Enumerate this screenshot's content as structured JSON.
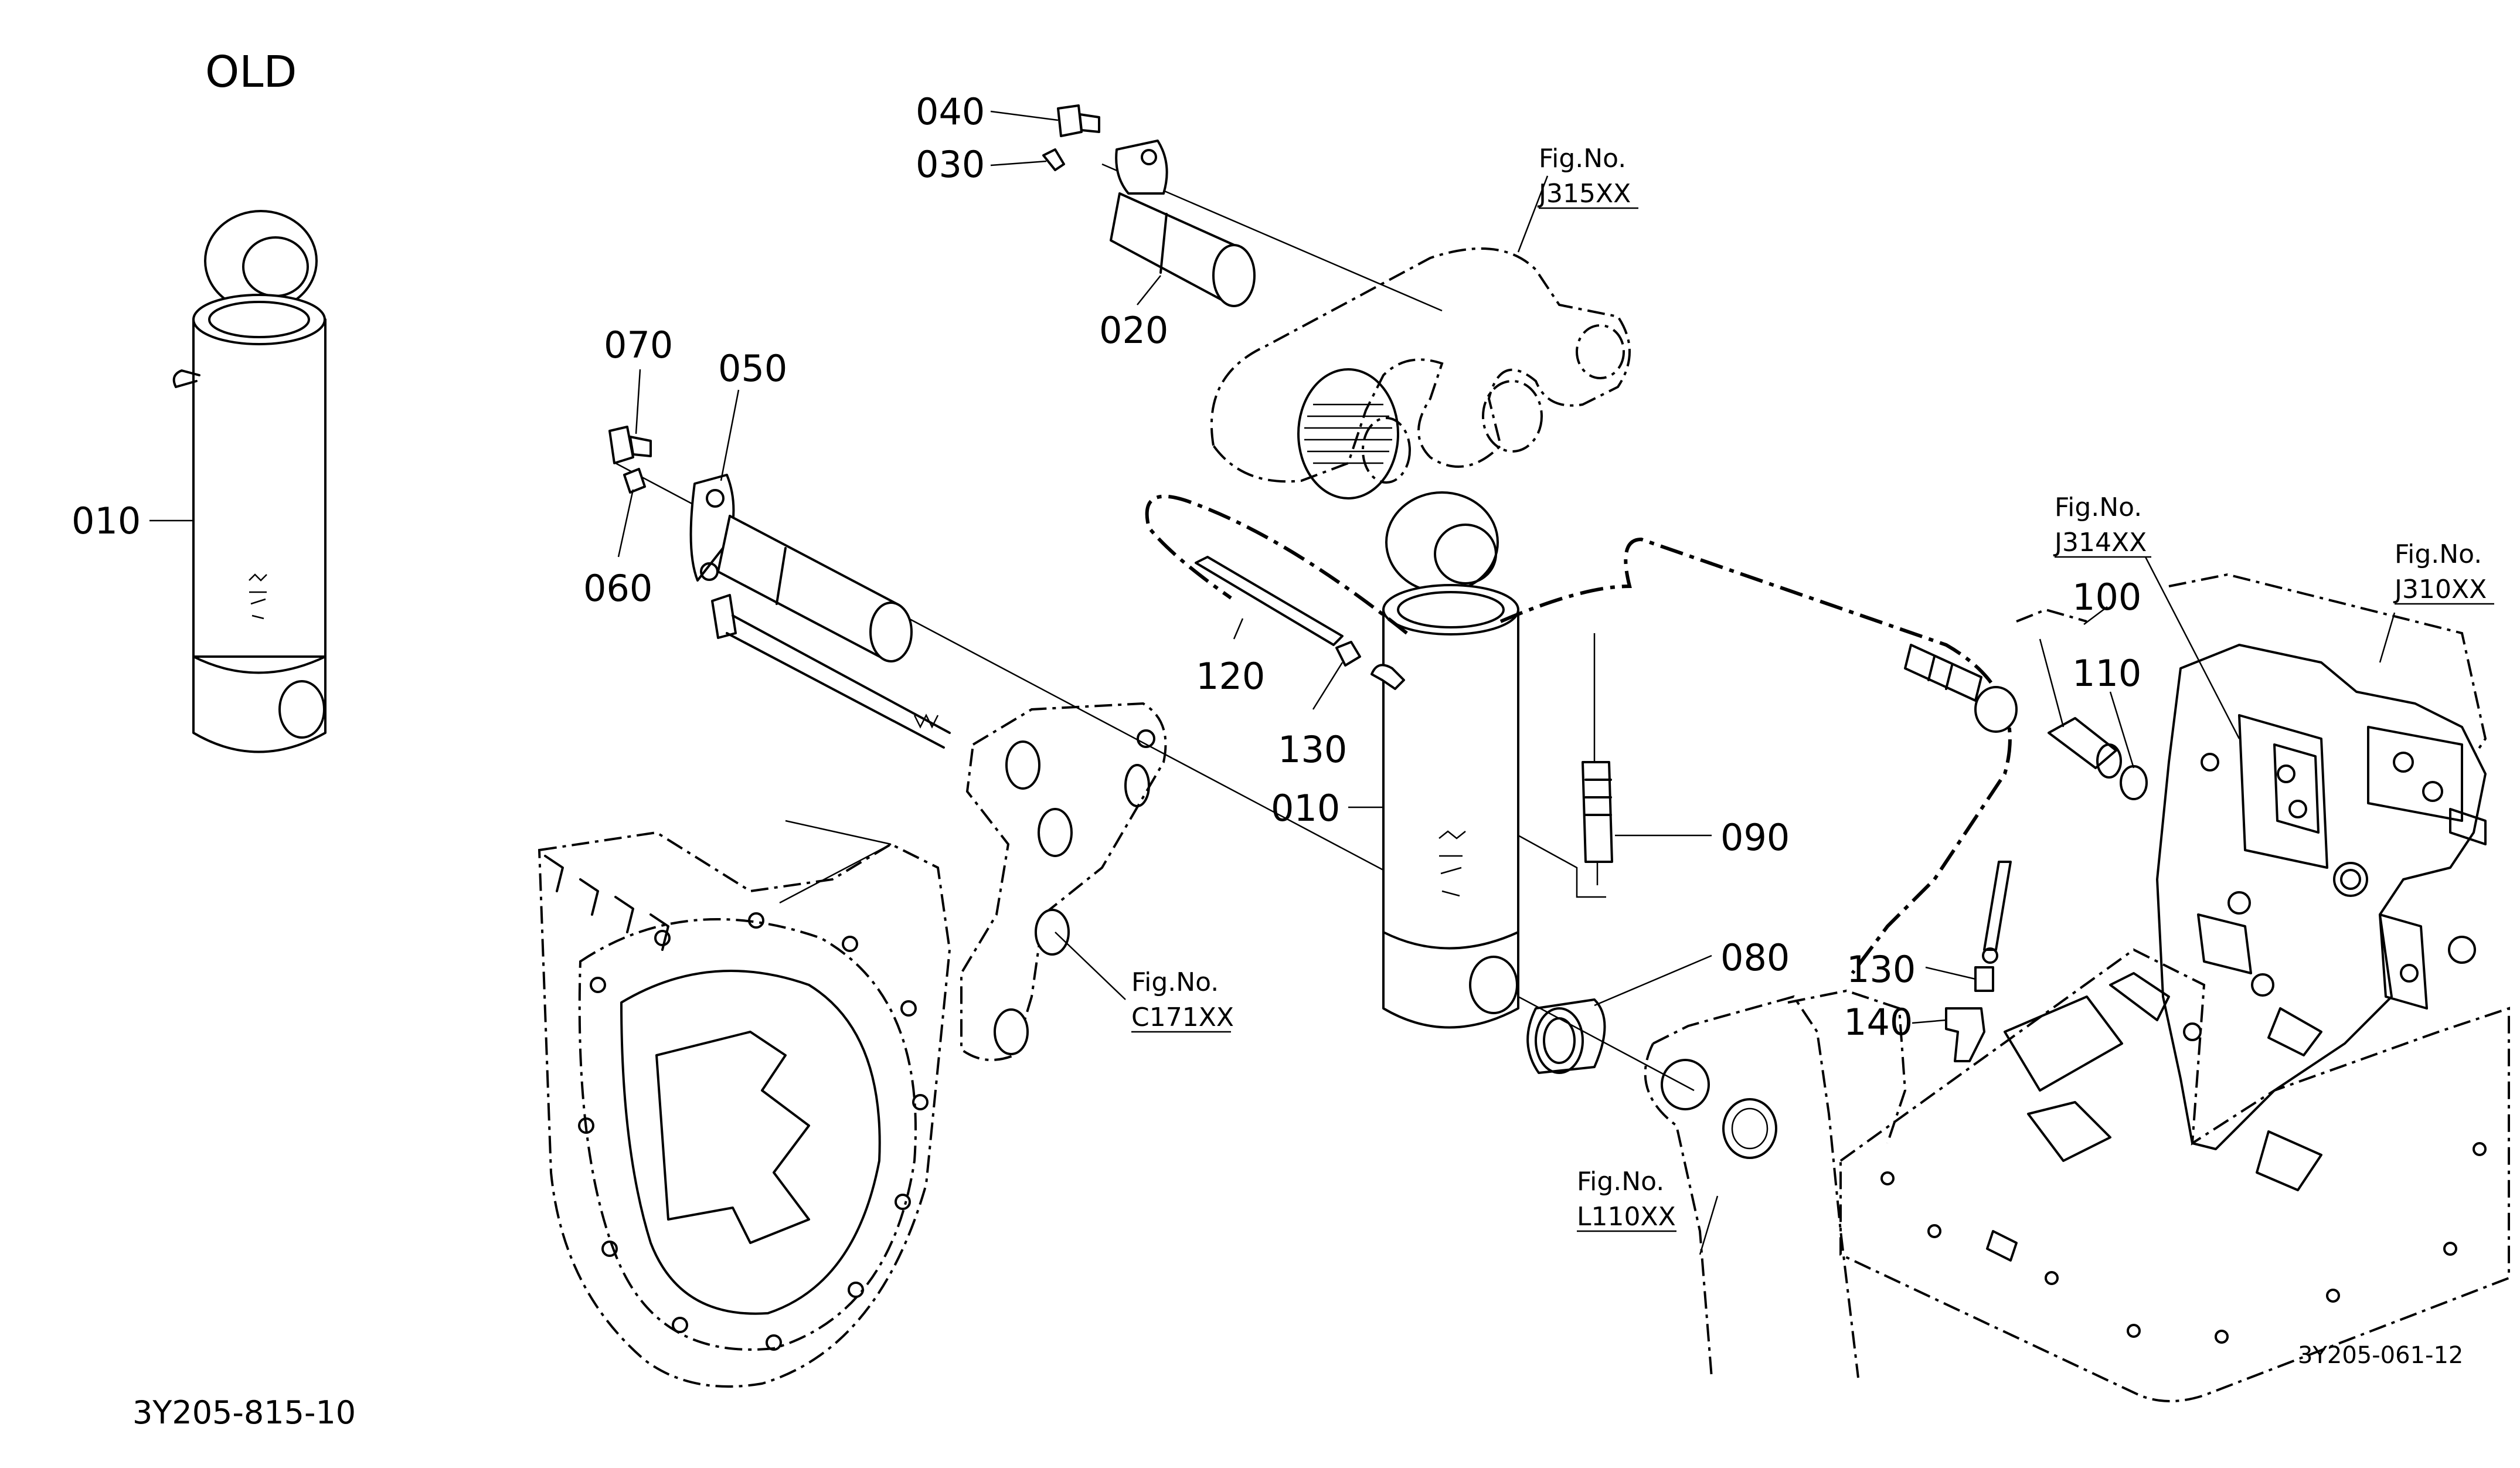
{
  "diagram": {
    "old_label": "OLD",
    "drawing_code_bottom_left": "3Y205-815-10",
    "drawing_code_bottom_right": "3Y205-061-12",
    "part_labels": {
      "p010_old": "010",
      "p010": "010",
      "p020": "020",
      "p030": "030",
      "p040": "040",
      "p050": "050",
      "p060": "060",
      "p070": "070",
      "p080": "080",
      "p090": "090",
      "p100": "100",
      "p110": "110",
      "p120": "120",
      "p130_upper": "130",
      "p130_lower": "130",
      "p140": "140"
    },
    "figure_refs": {
      "j315": {
        "line1": "Fig.No.",
        "line2": "J315XX"
      },
      "j314": {
        "line1": "Fig.No.",
        "line2": "J314XX"
      },
      "j310": {
        "line1": "Fig.No.",
        "line2": "J310XX"
      },
      "c171": {
        "line1": "Fig.No.",
        "line2": "C171XX"
      },
      "l110": {
        "line1": "Fig.No.",
        "line2": "L110XX"
      }
    }
  }
}
